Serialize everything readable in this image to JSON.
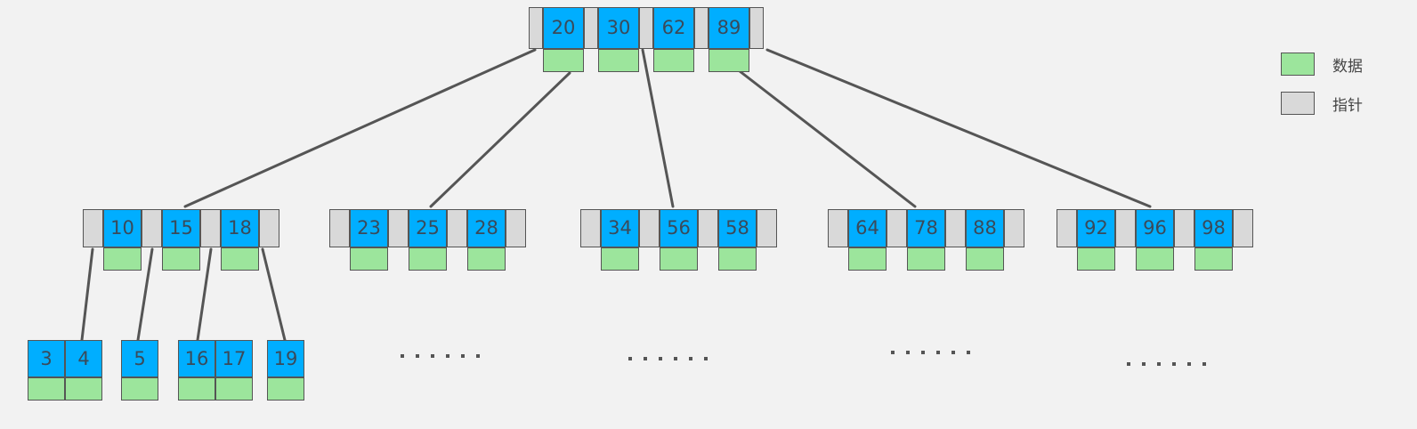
{
  "diagram": {
    "type": "b-plus-tree",
    "background_color": "#f2f2f2",
    "colors": {
      "key_cell": "#00aeff",
      "data_cell": "#9ce59c",
      "pointer_cell": "#d9d9d9",
      "border": "#555555",
      "edge": "#555555",
      "key_text": "#3a4a5a"
    }
  },
  "legend": {
    "items": [
      {
        "swatch": "data",
        "label": "数据"
      },
      {
        "swatch": "pointer",
        "label": "指针"
      }
    ]
  },
  "root": {
    "name": "root-node",
    "keys": [
      "20",
      "30",
      "62",
      "89"
    ],
    "pointer_count": 5
  },
  "internal": [
    {
      "name": "internal-node-1",
      "keys": [
        "10",
        "15",
        "18"
      ],
      "pointer_count": 4
    },
    {
      "name": "internal-node-2",
      "keys": [
        "23",
        "25",
        "28"
      ],
      "pointer_count": 4
    },
    {
      "name": "internal-node-3",
      "keys": [
        "34",
        "56",
        "58"
      ],
      "pointer_count": 4
    },
    {
      "name": "internal-node-4",
      "keys": [
        "64",
        "78",
        "88"
      ],
      "pointer_count": 4
    },
    {
      "name": "internal-node-5",
      "keys": [
        "92",
        "96",
        "98"
      ],
      "pointer_count": 4
    }
  ],
  "leaves": [
    {
      "name": "leaf-node-1",
      "keys": [
        "3",
        "4"
      ]
    },
    {
      "name": "leaf-node-2",
      "keys": [
        "5"
      ]
    },
    {
      "name": "leaf-node-3",
      "keys": [
        "16",
        "17"
      ]
    },
    {
      "name": "leaf-node-4",
      "keys": [
        "19"
      ]
    }
  ],
  "ellipses": [
    {
      "name": "ellipsis-group-1",
      "dot_count": 6
    },
    {
      "name": "ellipsis-group-2",
      "dot_count": 6
    },
    {
      "name": "ellipsis-group-3",
      "dot_count": 6
    },
    {
      "name": "ellipsis-group-4",
      "dot_count": 6
    }
  ]
}
